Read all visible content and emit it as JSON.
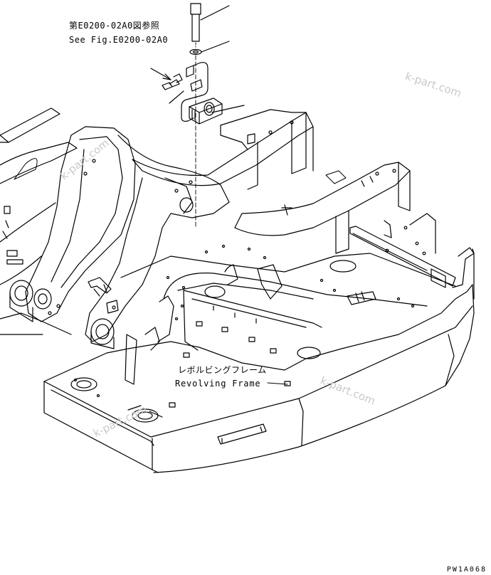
{
  "callouts": {
    "reference_jp": "第E0200-02A0図参照",
    "reference_en": "See Fig.E0200-02A0"
  },
  "frame_label": {
    "jp": "レボルビングフレーム",
    "en": "Revolving Frame"
  },
  "drawing_code": "PW1A068",
  "watermarks": [
    "k-part.com",
    "k-part.com",
    "k-part.com",
    "k-part.com"
  ],
  "colors": {
    "line": "#000000",
    "background": "#ffffff",
    "watermark": "#c9c9c9"
  }
}
